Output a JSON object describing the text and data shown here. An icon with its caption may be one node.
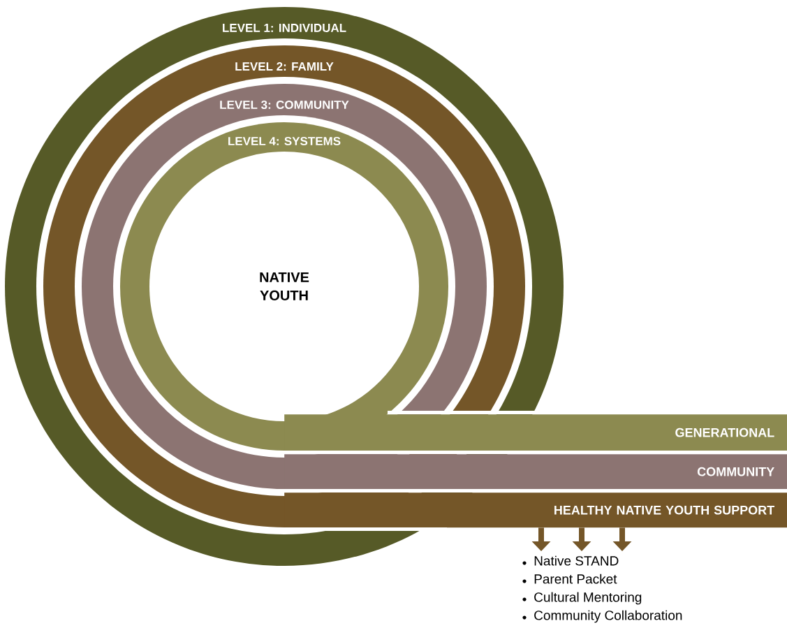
{
  "diagram": {
    "nodes": [
      {
        "text": [
          "LEVEL 1: INDIVIDUAL"
        ]
      },
      {
        "text": [
          "LEVEL 2: FAMILY"
        ],
        "in": 0
      },
      {
        "text": [
          "LEVEL 3: COMMUNITY"
        ],
        "in": 1
      },
      {
        "text": [
          "LEVEL 4: SYSTEMS"
        ],
        "in": 2
      },
      {
        "text": [
          "NATIVE YOUTH"
        ],
        "in": 3
      },
      {
        "text": [
          "GENERATIONAL"
        ]
      },
      {
        "text": [
          "COMMUNITY"
        ]
      },
      {
        "text": [
          "HEALTHY NATIVE YOUTH SUPPORT"
        ]
      },
      {
        "text": [
          "Native STAND",
          "Parent Packet",
          "Cultural Mentoring",
          "Community Collaboration"
        ]
      }
    ],
    "edges": [
      {
        "from": 7,
        "to": 8,
        "arrow": "to"
      },
      {
        "from": 7,
        "to": 8,
        "arrow": "to"
      },
      {
        "from": 7,
        "to": 8,
        "arrow": "to"
      }
    ]
  }
}
